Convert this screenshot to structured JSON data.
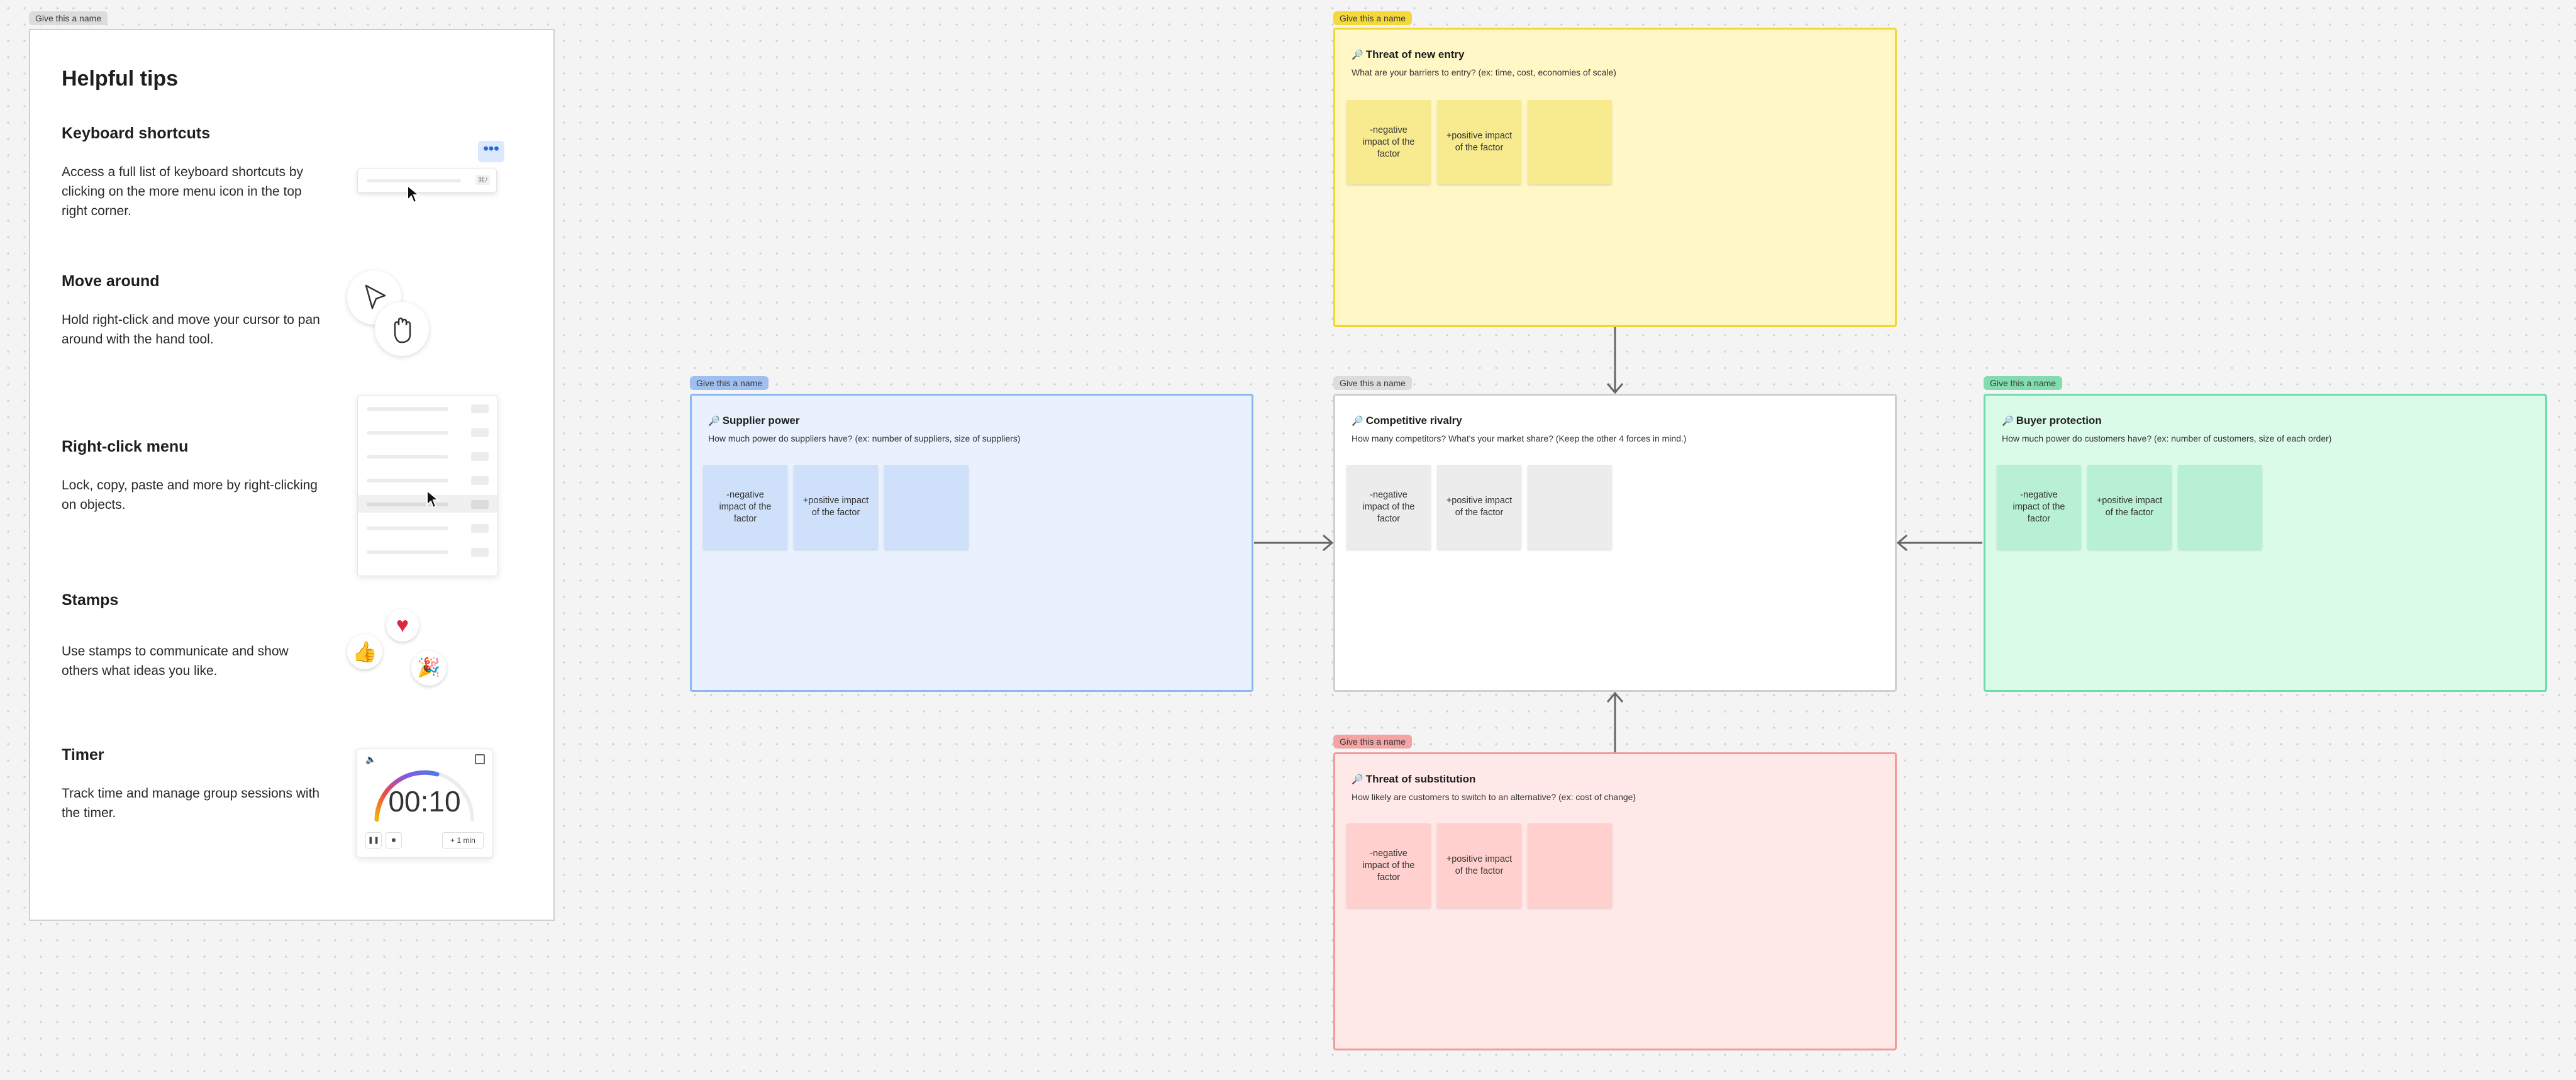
{
  "tags": {
    "tips": "Give this a name",
    "new_entry": "Give this a name",
    "supplier": "Give this a name",
    "rivalry": "Give this a name",
    "buyer": "Give this a name",
    "substitution": "Give this a name"
  },
  "tips": {
    "heading": "Helpful tips",
    "items": [
      {
        "title": "Keyboard shortcuts",
        "desc": "Access a full list of keyboard shortcuts by clicking on the more menu icon in the top right corner."
      },
      {
        "title": "Move around",
        "desc": "Hold right-click and move your cursor to pan around with the hand tool."
      },
      {
        "title": "Right-click menu",
        "desc": "Lock, copy, paste and more by right-clicking on objects."
      },
      {
        "title": "Stamps",
        "desc": "Use stamps to communicate and show others what ideas you like."
      },
      {
        "title": "Timer",
        "desc": "Track time and manage group sessions with the timer."
      }
    ],
    "shortcut_key": "⌘/",
    "timer_display": "00:10",
    "timer_add": "+ 1 min"
  },
  "sections": {
    "new_entry": {
      "title": "Threat of new entry",
      "subtitle": "What are your barriers to entry? (ex: time, cost, economies of scale)",
      "notes": [
        "-negative impact of the factor",
        "+positive impact of the factor",
        ""
      ]
    },
    "supplier": {
      "title": "Supplier power",
      "subtitle": "How much power do suppliers have? (ex: number of suppliers, size of suppliers)",
      "notes": [
        "-negative impact of the factor",
        "+positive impact of the factor",
        ""
      ]
    },
    "rivalry": {
      "title": "Competitive rivalry",
      "subtitle": "How many competitors? What's your market share? (Keep the other 4 forces in mind.)",
      "notes": [
        "-negative impact of the factor",
        "+positive impact of the factor",
        ""
      ]
    },
    "buyer": {
      "title": "Buyer protection",
      "subtitle": "How much power do customers have? (ex: number of customers, size of each order)",
      "notes": [
        "-negative impact of the factor",
        "+positive impact of the factor",
        ""
      ]
    },
    "substitution": {
      "title": "Threat of substitution",
      "subtitle": "How likely are customers to switch to an alternative? (ex: cost of change)",
      "notes": [
        "-negative impact of the factor",
        "+positive impact of the factor",
        ""
      ]
    }
  },
  "colors": {
    "yellow_bg": "#fff8c6",
    "yellow_border": "#f2d631",
    "yellow_note": "#f7ea8f",
    "yellow_tag": "#f5d83c",
    "blue_bg": "#e9f1fe",
    "blue_border": "#8cb8f4",
    "blue_note": "#cfe0fb",
    "blue_tag": "#9fbff0",
    "gray_bg": "#ffffff",
    "gray_border": "#cfcfcf",
    "gray_note": "#ececec",
    "gray_tag": "#dcdcdc",
    "green_bg": "#dbfbe9",
    "green_border": "#6fdcaa",
    "green_note": "#b8f0d4",
    "green_tag": "#82dcae",
    "red_bg": "#ffe8e8",
    "red_border": "#f19a9a",
    "red_note": "#ffd0cd",
    "red_tag": "#f5a3a3"
  }
}
